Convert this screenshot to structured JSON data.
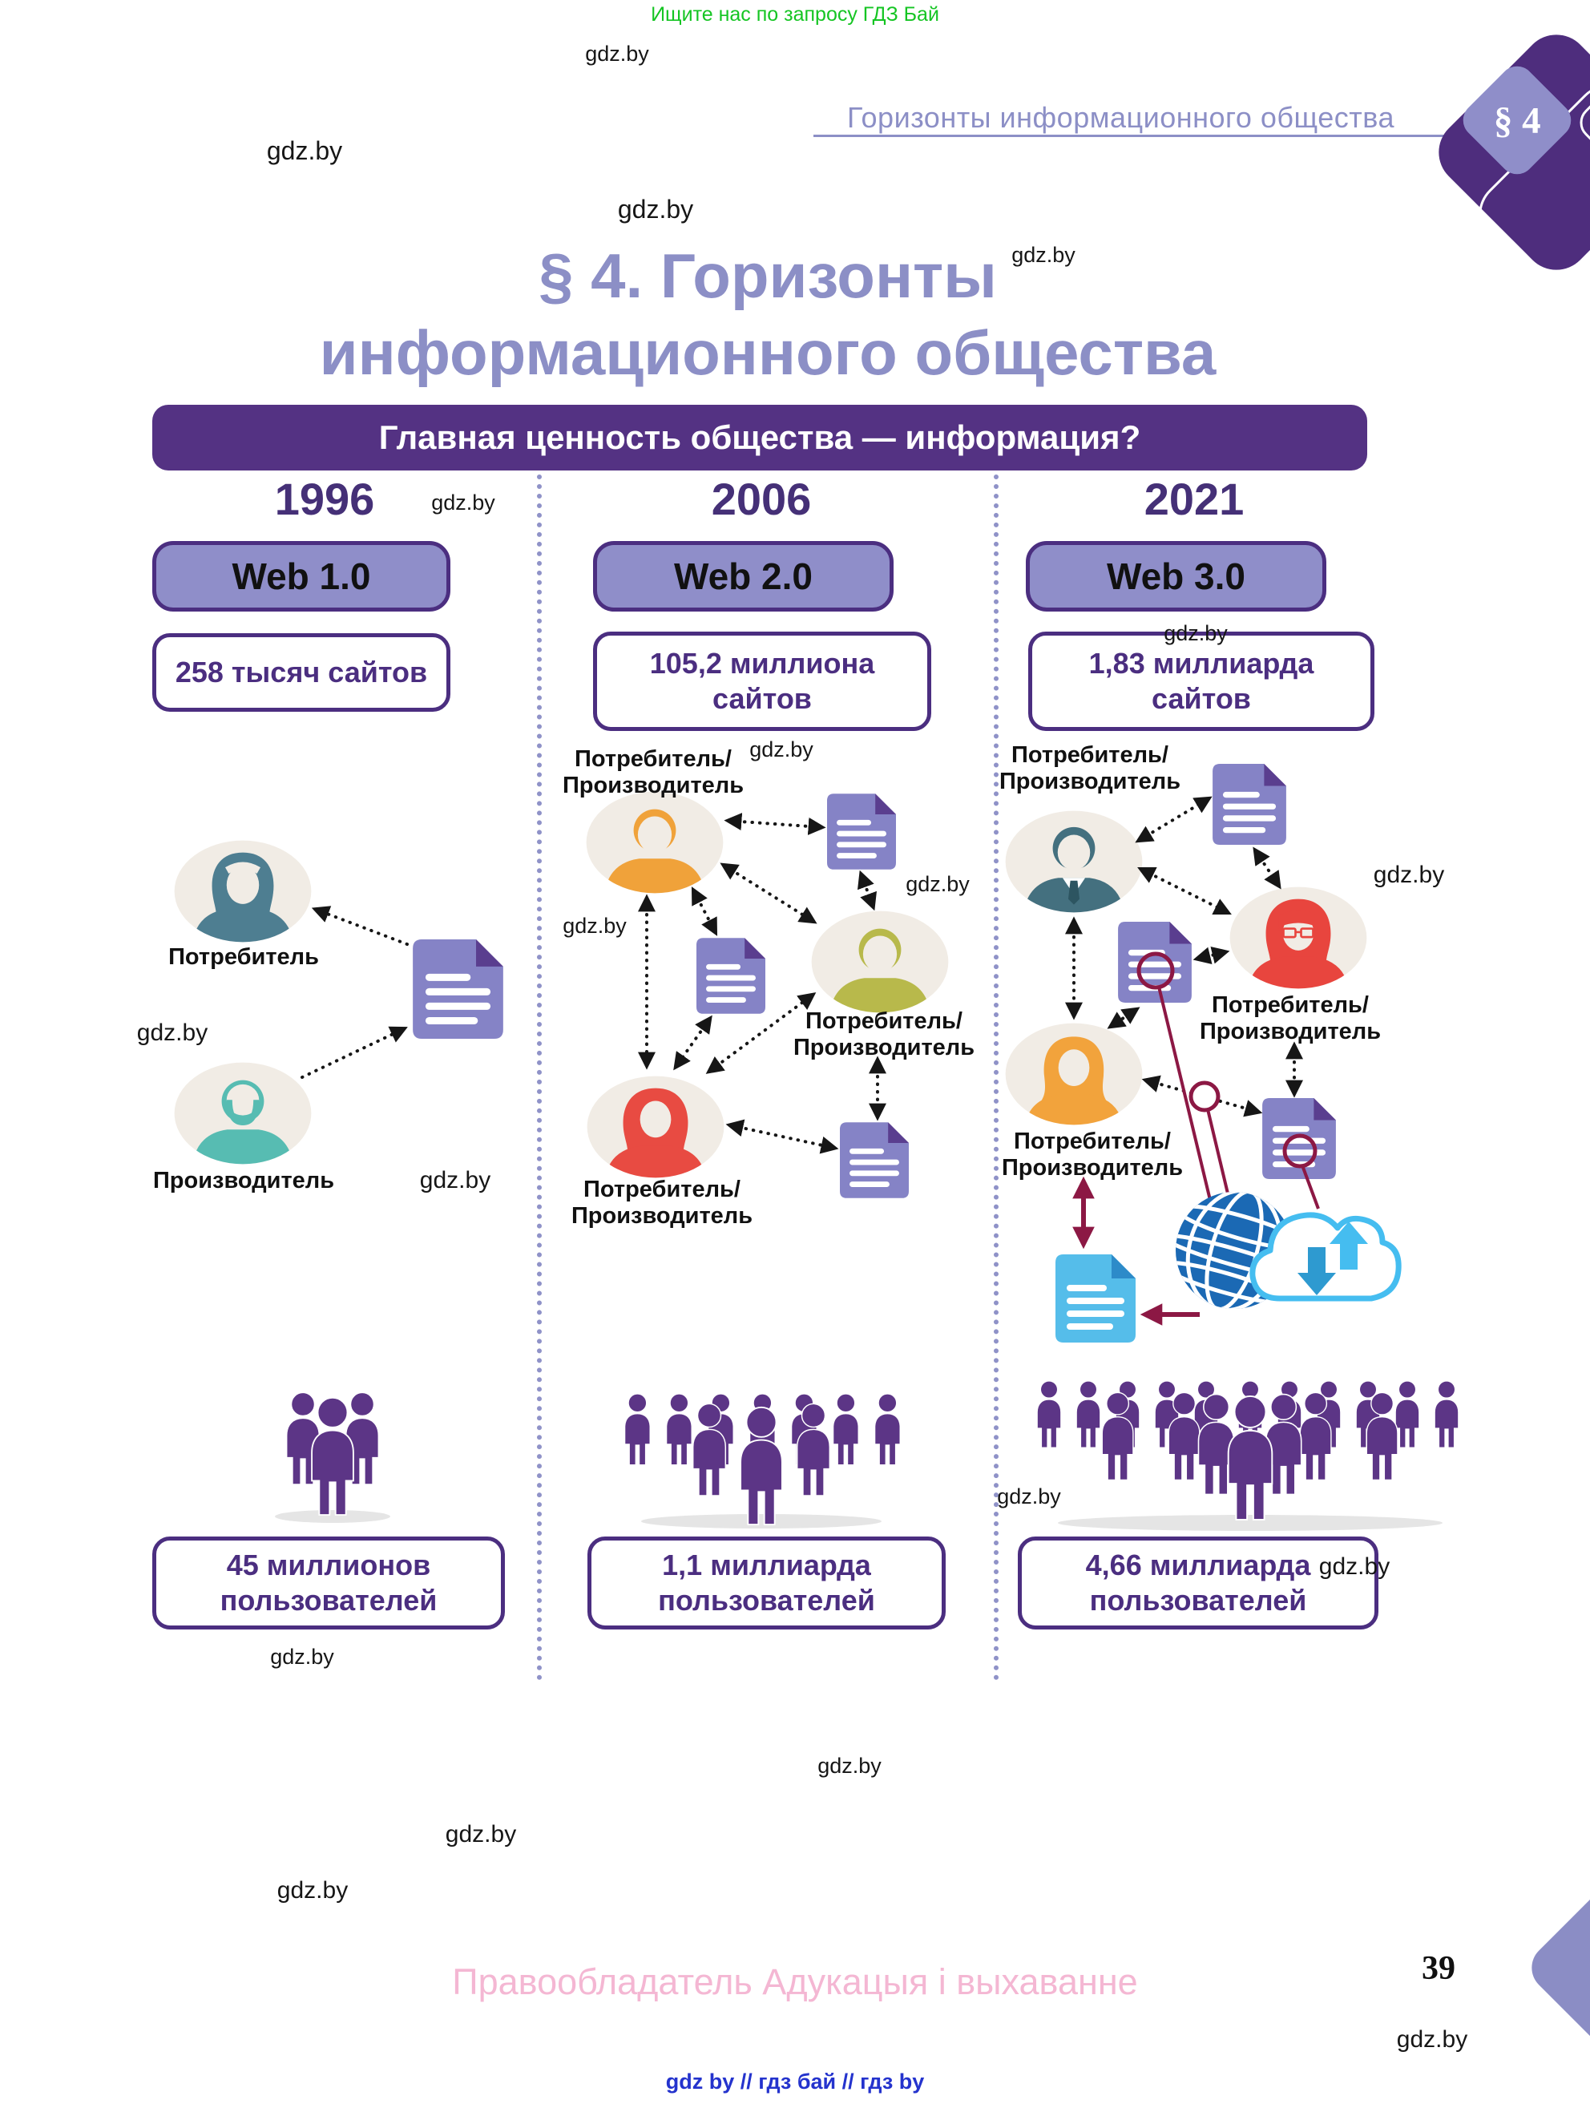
{
  "promo": {
    "find_us": "Ищите нас по запросу ГДЗ Бай",
    "watermark": "gdz.by",
    "links_line": "gdz by  //  гдз бай  //  гдз by"
  },
  "header": {
    "running_title": "Горизонты информационного общества",
    "paragraph_badge": "§ 4"
  },
  "title": {
    "line1": "§ 4. Горизонты",
    "line2": "информационного общества"
  },
  "banner": {
    "question": "Главная ценность общества — информация?"
  },
  "columns": [
    {
      "year": "1996",
      "web_version": "Web 1.0",
      "sites": {
        "line1": "258 тысяч сайтов",
        "line2": ""
      },
      "roles": [
        {
          "line1": "Потребитель",
          "line2": ""
        },
        {
          "line1": "Производитель",
          "line2": ""
        }
      ],
      "users": {
        "line1": "45 миллионов",
        "line2": "пользователей"
      }
    },
    {
      "year": "2006",
      "web_version": "Web 2.0",
      "sites": {
        "line1": "105,2 миллиона",
        "line2": "сайтов"
      },
      "roles": [
        {
          "line1": "Потребитель/",
          "line2": "Производитель"
        },
        {
          "line1": "Потребитель/",
          "line2": "Производитель"
        },
        {
          "line1": "Потребитель/",
          "line2": "Производитель"
        }
      ],
      "users": {
        "line1": "1,1 миллиарда",
        "line2": "пользователей"
      }
    },
    {
      "year": "2021",
      "web_version": "Web 3.0",
      "sites": {
        "line1": "1,83 миллиарда",
        "line2": "сайтов"
      },
      "roles": [
        {
          "line1": "Потребитель/",
          "line2": "Производитель"
        },
        {
          "line1": "Потребитель/",
          "line2": "Производитель"
        },
        {
          "line1": "Потребитель/",
          "line2": "Производитель"
        }
      ],
      "users": {
        "line1": "4,66 миллиарда",
        "line2": "пользователей"
      }
    }
  ],
  "footer": {
    "copyright": "Правообладатель Адукацыя і выхаванне",
    "page_number": "39"
  },
  "colors": {
    "accent_purple": "#543283",
    "lavender": "#8c8fc6",
    "stat_purple": "#4b2e80",
    "crowd_purple": "#5c3586",
    "doc_purple": "#8583c6",
    "doc_blue": "#55bdea",
    "globe_blue": "#1b69b4",
    "connector_red": "#8c1844",
    "promo_green": "#15c523",
    "copyright_pink": "#f4b7d3",
    "link_blue": "#2433cd"
  }
}
